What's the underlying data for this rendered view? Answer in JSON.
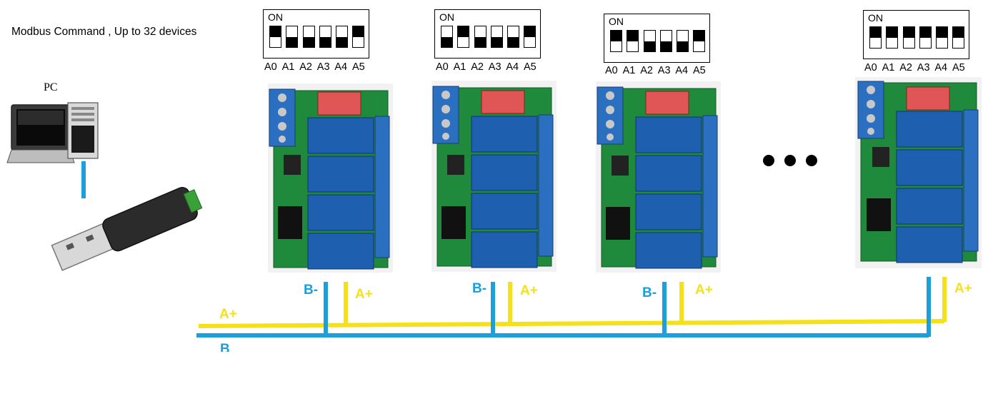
{
  "header": {
    "title": "Modbus Command , Up to 32 devices"
  },
  "pc": {
    "label": "PC"
  },
  "dip": {
    "on_label": "ON",
    "address_labels": [
      "A0",
      "A1",
      "A2",
      "A3",
      "A4",
      "A5"
    ]
  },
  "devices": [
    {
      "switches": [
        "on",
        "off",
        "off",
        "off",
        "off",
        "on"
      ]
    },
    {
      "switches": [
        "off",
        "on",
        "off",
        "off",
        "off",
        "on"
      ]
    },
    {
      "switches": [
        "on",
        "on",
        "off",
        "off",
        "off",
        "on"
      ]
    },
    {
      "switches": [
        "on",
        "on",
        "on",
        "on",
        "on",
        "on"
      ]
    }
  ],
  "wires": {
    "b_minus": "B-",
    "a_plus": "A+",
    "b_adapter": "B"
  },
  "ellipsis": "• • •",
  "colors": {
    "b_wire": "#1c9fdb",
    "a_wire": "#f5e01c",
    "pcb": "#1f8a3c",
    "relay": "#1f5fb0",
    "terminal": "#2b6fc0"
  }
}
